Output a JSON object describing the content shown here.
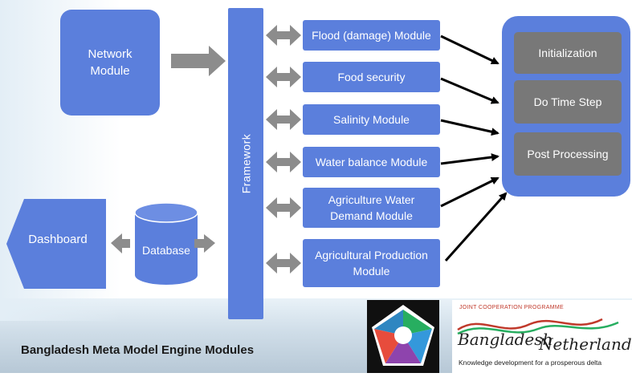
{
  "network_module": "Network\nModule",
  "framework": "Framework",
  "modules": [
    "Flood (damage) Module",
    "Food security",
    "Salinity Module",
    "Water balance Module",
    "Agriculture Water\nDemand Module",
    "Agricultural Production\nModule"
  ],
  "process_steps": [
    "Initialization",
    "Do Time Step",
    "Post Processing"
  ],
  "database": "Database",
  "dashboard": "Dashboard",
  "caption": "Bangladesh Meta Model Engine Modules",
  "logo": {
    "program": "JOINT COOPERATION PROGRAMME",
    "bangladesh": "Bangladesh",
    "netherlands": "Netherlands",
    "tagline": "Knowledge development for a prosperous delta"
  },
  "colors": {
    "box_blue": "#5b7fdc",
    "arrow_gray": "#8c8c8c",
    "process_gray": "#787878",
    "logo_red": "#c0392b"
  }
}
